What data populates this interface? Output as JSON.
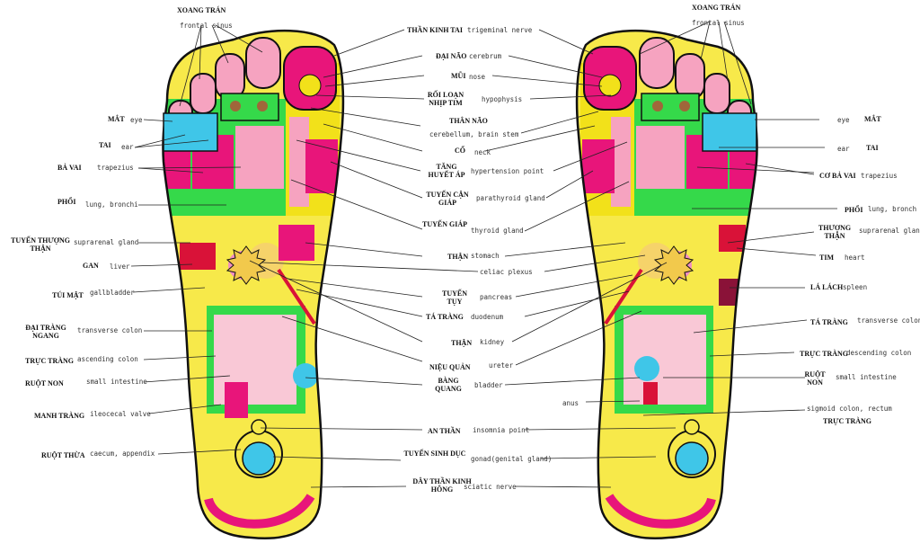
{
  "left_labels": [
    {
      "id": "xoang-tran-l",
      "vi": "XOANG TRÁN",
      "en": "frontal sinus"
    },
    {
      "id": "mat-l",
      "vi": "MẮT",
      "en": "eye"
    },
    {
      "id": "tai-l",
      "vi": "TAI",
      "en": "ear"
    },
    {
      "id": "ba-vai-l",
      "vi": "BẢ VAI",
      "en": "trapezius"
    },
    {
      "id": "phoi-l",
      "vi": "PHỔI",
      "en": "lung, bronchi"
    },
    {
      "id": "tuyen-thuong-than-l",
      "vi": "TUYẾN THƯỢNG THẬN",
      "en": "suprarenal gland"
    },
    {
      "id": "gan-l",
      "vi": "GAN",
      "en": "liver"
    },
    {
      "id": "tui-mat-l",
      "vi": "TÚI MẬT",
      "en": "gallbladder"
    },
    {
      "id": "dai-trang-ngang-l",
      "vi": "ĐẠI TRÀNG NGANG",
      "en": "transverse colon"
    },
    {
      "id": "truc-trang-l",
      "vi": "TRỰC TRÀNG",
      "en": "ascending colon"
    },
    {
      "id": "ruot-non-l",
      "vi": "RUỘT NON",
      "en": "small intestine"
    },
    {
      "id": "manh-trang-l",
      "vi": "MANH TRÀNG",
      "en": "ileocecal valve"
    },
    {
      "id": "ruot-thua-l",
      "vi": "RUỘT THỪA",
      "en": "caecum, appendix"
    }
  ],
  "center_labels": [
    {
      "id": "than-kinh-tai",
      "vi": "THẦN KINH TAI",
      "en": "trigeminal nerve"
    },
    {
      "id": "dai-nao",
      "vi": "ĐẠI NÃO",
      "en": "cerebrum"
    },
    {
      "id": "mui",
      "vi": "MŨI",
      "en": "nose"
    },
    {
      "id": "roi-loan-nhip-tim",
      "vi": "RỐI LOẠN NHỊP TIM",
      "en": "hypophysis"
    },
    {
      "id": "than-nao",
      "vi": "THÂN NÃO",
      "en": "cerebellum, brain stem"
    },
    {
      "id": "co",
      "vi": "CỔ",
      "en": "neck"
    },
    {
      "id": "tang-huyet-ap",
      "vi": "TĂNG HUYẾT ÁP",
      "en": "hypertension point"
    },
    {
      "id": "tuyen-can-giap",
      "vi": "TUYẾN CẬN GIÁP",
      "en": "parathyroid gland"
    },
    {
      "id": "tuyen-giap",
      "vi": "TUYẾN GIÁP",
      "en": "thyroid gland"
    },
    {
      "id": "than-stomach",
      "vi": "THẬN",
      "en": "stomach"
    },
    {
      "id": "celiac",
      "vi": "",
      "en": "celiac plexus"
    },
    {
      "id": "tuyen-tuy",
      "vi": "TUYẾN TỤY",
      "en": "pancreas"
    },
    {
      "id": "ta-trang",
      "vi": "TÁ TRÀNG",
      "en": "duodenum"
    },
    {
      "id": "than-kidney",
      "vi": "THẬN",
      "en": "kidney"
    },
    {
      "id": "nieu-quan",
      "vi": "NIỆU QUẢN",
      "en": "ureter"
    },
    {
      "id": "bang-quang",
      "vi": "BÀNG QUANG",
      "en": "bladder"
    },
    {
      "id": "an-than",
      "vi": "AN THẦN",
      "en": "insomnia point"
    },
    {
      "id": "tuyen-sinh-duc",
      "vi": "TUYẾN SINH DỤC",
      "en": "gonad(genital gland)"
    },
    {
      "id": "day-than-kinh-hong",
      "vi": "DÂY THẦN KINH HÔNG",
      "en": "sciatic nerve"
    }
  ],
  "right_labels": [
    {
      "id": "xoang-tran-r",
      "vi": "XOANG TRÁN",
      "en": "frontal sinus"
    },
    {
      "id": "mat-r",
      "vi": "MẮT",
      "en": "eye"
    },
    {
      "id": "tai-r",
      "vi": "TAI",
      "en": "ear"
    },
    {
      "id": "co-ba-vai-r",
      "vi": "CƠ BẢ VAI",
      "en": "trapezius"
    },
    {
      "id": "phoi-r",
      "vi": "PHỔI",
      "en": "lung, bronch"
    },
    {
      "id": "thuong-than-r",
      "vi": "THƯỢNG THẬN",
      "en": "suprarenal gland"
    },
    {
      "id": "tim-r",
      "vi": "TIM",
      "en": "heart"
    },
    {
      "id": "la-lach-r",
      "vi": "LÁ LÁCH",
      "en": "spleen"
    },
    {
      "id": "ta-trang-r",
      "vi": "TÁ TRÀNG",
      "en": "transverse colon"
    },
    {
      "id": "truc-trang-r",
      "vi": "TRỰC TRÀNG",
      "en": "descending colon"
    },
    {
      "id": "ruot-non-r",
      "vi": "RUỘT NON",
      "en": "small intestine"
    },
    {
      "id": "anus-r",
      "vi": "",
      "en": "anus"
    },
    {
      "id": "sigmoid-r",
      "vi": "TRỰC TRÀNG",
      "en": "sigmoid colon, rectum"
    }
  ]
}
